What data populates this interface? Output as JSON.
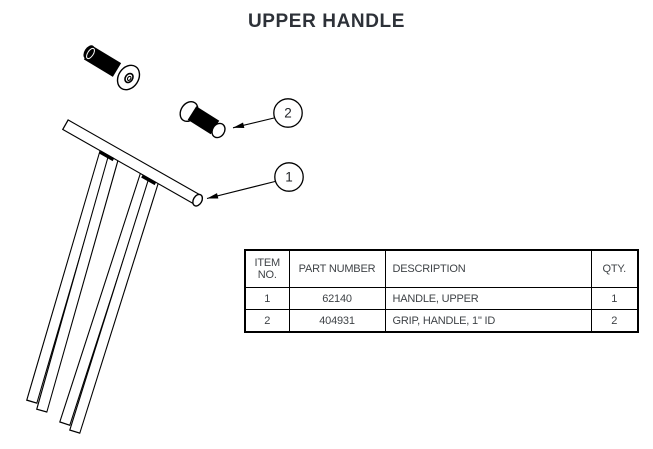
{
  "title": "UPPER HANDLE",
  "callouts": {
    "one": "1",
    "two": "2"
  },
  "parts_table": {
    "headers": {
      "item_no": "ITEM NO.",
      "part_number": "PART NUMBER",
      "description": "DESCRIPTION",
      "qty": "QTY."
    },
    "rows": [
      {
        "item_no": "1",
        "part_number": "62140",
        "description": "HANDLE, UPPER",
        "qty": "1"
      },
      {
        "item_no": "2",
        "part_number": "404931",
        "description": "GRIP, HANDLE, 1\" ID",
        "qty": "2"
      }
    ]
  },
  "colors": {
    "background": "#ffffff",
    "line": "#000000",
    "title_text": "#2d3138",
    "table_text": "#3f4347"
  }
}
